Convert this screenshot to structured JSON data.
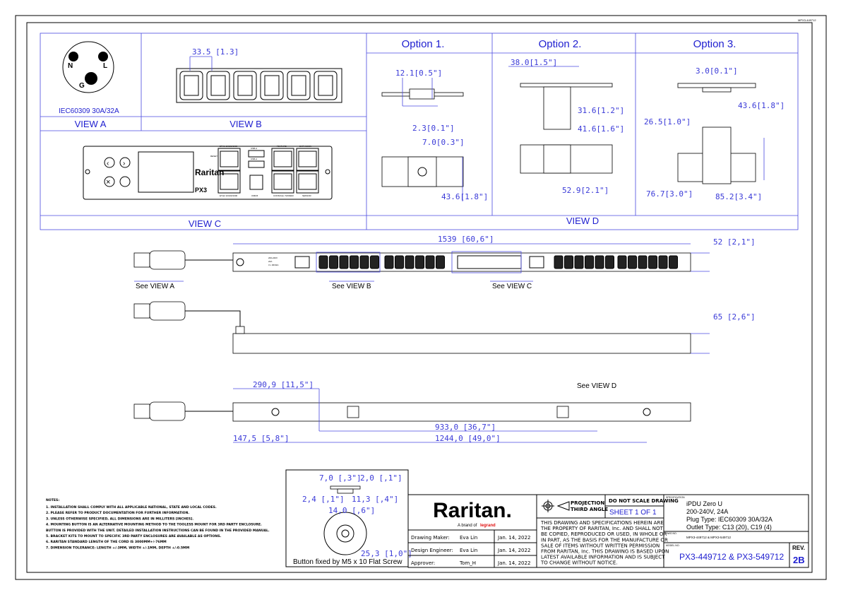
{
  "drawing_code": "MPX3-449712",
  "view_a": {
    "label": "VIEW A",
    "caption": "IEC60309 30A/32A",
    "pins": [
      "N",
      "L",
      "G"
    ]
  },
  "view_b": {
    "label": "VIEW B",
    "dim": "33.5 [1.3]"
  },
  "view_c": {
    "label": "VIEW C",
    "brand": "Raritan",
    "model_mark": "PX3",
    "ports": [
      "ETH1 10/100/1000",
      "ETH2 10/100/1000",
      "USB-A",
      "USB-A",
      "USB-B",
      "FEATURE",
      "CONSOLE / MODEM",
      "EXPANSION",
      "SENSOR",
      "RESET"
    ]
  },
  "view_d": {
    "label": "VIEW D"
  },
  "options": [
    {
      "title": "Option 1.",
      "dims": [
        "12.1[0.5\"]",
        "2.3[0.1\"]",
        "7.0[0.3\"]",
        "43.6[1.8\"]"
      ]
    },
    {
      "title": "Option  2.",
      "dims": [
        "38.0[1.5\"]",
        "31.6[1.2\"]",
        "41.6[1.6\"]",
        "52.9[2.1\"]"
      ]
    },
    {
      "title": "Option 3.",
      "dims": [
        "3.0[0.1\"]",
        "43.6[1.8\"]",
        "26.5[1.0\"]",
        "76.7[3.0\"]",
        "85.2[3.4\"]"
      ]
    }
  ],
  "front_view": {
    "length": "1539  [60,6\"]",
    "depth": "52  [2,1\"]",
    "callouts": [
      "See VIEW A",
      "See VIEW B",
      "See VIEW C"
    ],
    "rating": [
      "200-240V",
      "24A",
      "3 x 30/32A"
    ]
  },
  "side_view": {
    "height": "65  [2,6\"]"
  },
  "back_view": {
    "callout": "See VIEW D",
    "dims": [
      "290,9  [11,5\"]",
      "933,0  [36,7\"]",
      "147,5  [5,8\"]",
      "1244,0  [49,0\"]"
    ]
  },
  "button_detail": {
    "dims": [
      "7,0  [,3\"]",
      "2,0  [,1\"]",
      "2,4  [,1\"]",
      "11,3  [,4\"]",
      "14,0  [,6\"]",
      "25,3  [1,0\"]"
    ],
    "caption": "Button fixed by M5 x 10 Flat Screw"
  },
  "notes": {
    "title": "NOTES:",
    "items": [
      "1. INSTALLATION SHALL COMPLY WITH ALL APPLICABLE NATIONAL, STATE AND LOCAL CODES.",
      "2. PLEASE REFER TO PRODUCT DOCUMENTATION FOR FURTHER INFORMATION.",
      "3. UNLESS OTHERWISE SPECIFIED, ALL DIMENSIONS ARE IN MILLITERS [INCHES].",
      "4. MOUNTING BUTTON IS AN ALTERNATIVE MOUNTING METHOD TO THE TOOLESS MOUNT FOR 3RD PARTY ENCLOSURE.",
      "    BUTTON IS PROVIDED WITH THE UNIT. DETAILED INSTALLATION INSTRUCTIONS CAN BE FOUND IN THE PROVIDED MANUAL.",
      "5. BRACKET KITS TO MOUNT TO SPECIFIC 3RD PARTY ENCLOSURES ARE AVAILABLE AS OPTIONS.",
      "6. RARITAN STANDARD LENGTH OF THE CORD IS 3000MM+/-76MM",
      "7. DIMENSION TOLERANCE: LENGTH +/-3MM, WIDTH +/-1MM, DEPTH +/-0.5MM"
    ]
  },
  "title_block": {
    "logo": "Raritan.",
    "tagline": "A brand of",
    "tagline_brand": "legrand",
    "rows": [
      {
        "role": "Drawing Maker:",
        "name": "Eva Lin",
        "date": "Jan. 14, 2022"
      },
      {
        "role": "Design Engineer:",
        "name": "Eva Lin",
        "date": "Jan. 14, 2022"
      },
      {
        "role": "Approver:",
        "name": "Tom_H",
        "date": "Jan. 14, 2022"
      }
    ],
    "projection": [
      "PROJECTION",
      "THIRD ANGLE"
    ],
    "do_not_scale": "DO NOT SCALE DRAWING",
    "sheet": "SHEET 1 OF 1",
    "disclaimer": [
      "THIS DRAWING AND SPECIFICATIONS HEREIN ARE",
      "THE PROPERTY OF RARITAN, Inc. AND SHALL NOT",
      "BE COPIED, REPRODUCED OR USED, IN WHOLE OR",
      "IN PART, AS THE BASIS FOR THE MANUFACTURE OR",
      "SALE OF ITEMS WITHOUT WRITTEN PERMISSION",
      "FROM RARITAN, Inc. THIS DRAWING IS BASED UPON",
      "LATEST AVAILABLE INFORMATION AND IS SUBJECT",
      "TO CHANGE WITHOUT NOTICE."
    ],
    "spec_label": "SPECIFICATION",
    "spec": [
      "iPDU Zero U",
      "200-240V, 24A",
      "Plug Type: IEC60309 30A/32A",
      "Outlet Type: C13 (20), C19 (4)"
    ],
    "dwg_label": "DWG NO.",
    "dwg_no": "MPX3-449712 & MPX3-549712",
    "model_label": "MODEL NO.",
    "model_no": "PX3-449712 & PX3-549712",
    "rev_label": "REV.",
    "rev": "2B"
  }
}
